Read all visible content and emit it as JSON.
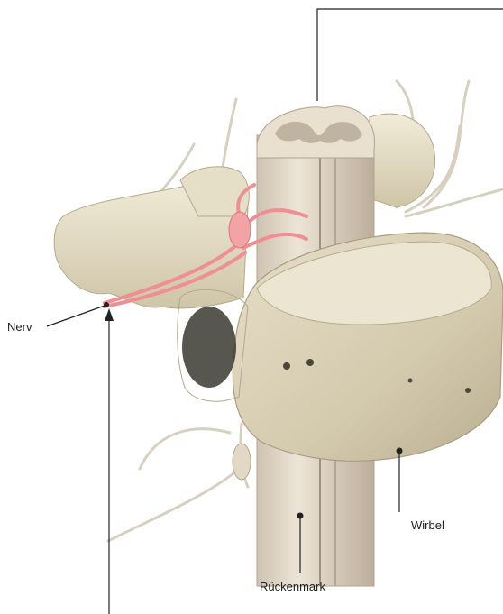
{
  "labels": {
    "nerve": "Nerv",
    "vertebra": "Wirbel",
    "spinal_cord": "Rückenmark"
  },
  "colors": {
    "bone": "#e9e2cc",
    "bone_shadow": "#c7bda0",
    "bone_dark": "#9c9275",
    "cord": "#e3d9cb",
    "cord_shadow": "#bfb2a0",
    "nerve_red": "#ef8f93",
    "nerve_pale": "#d9d1c0",
    "leader": "#222222"
  }
}
